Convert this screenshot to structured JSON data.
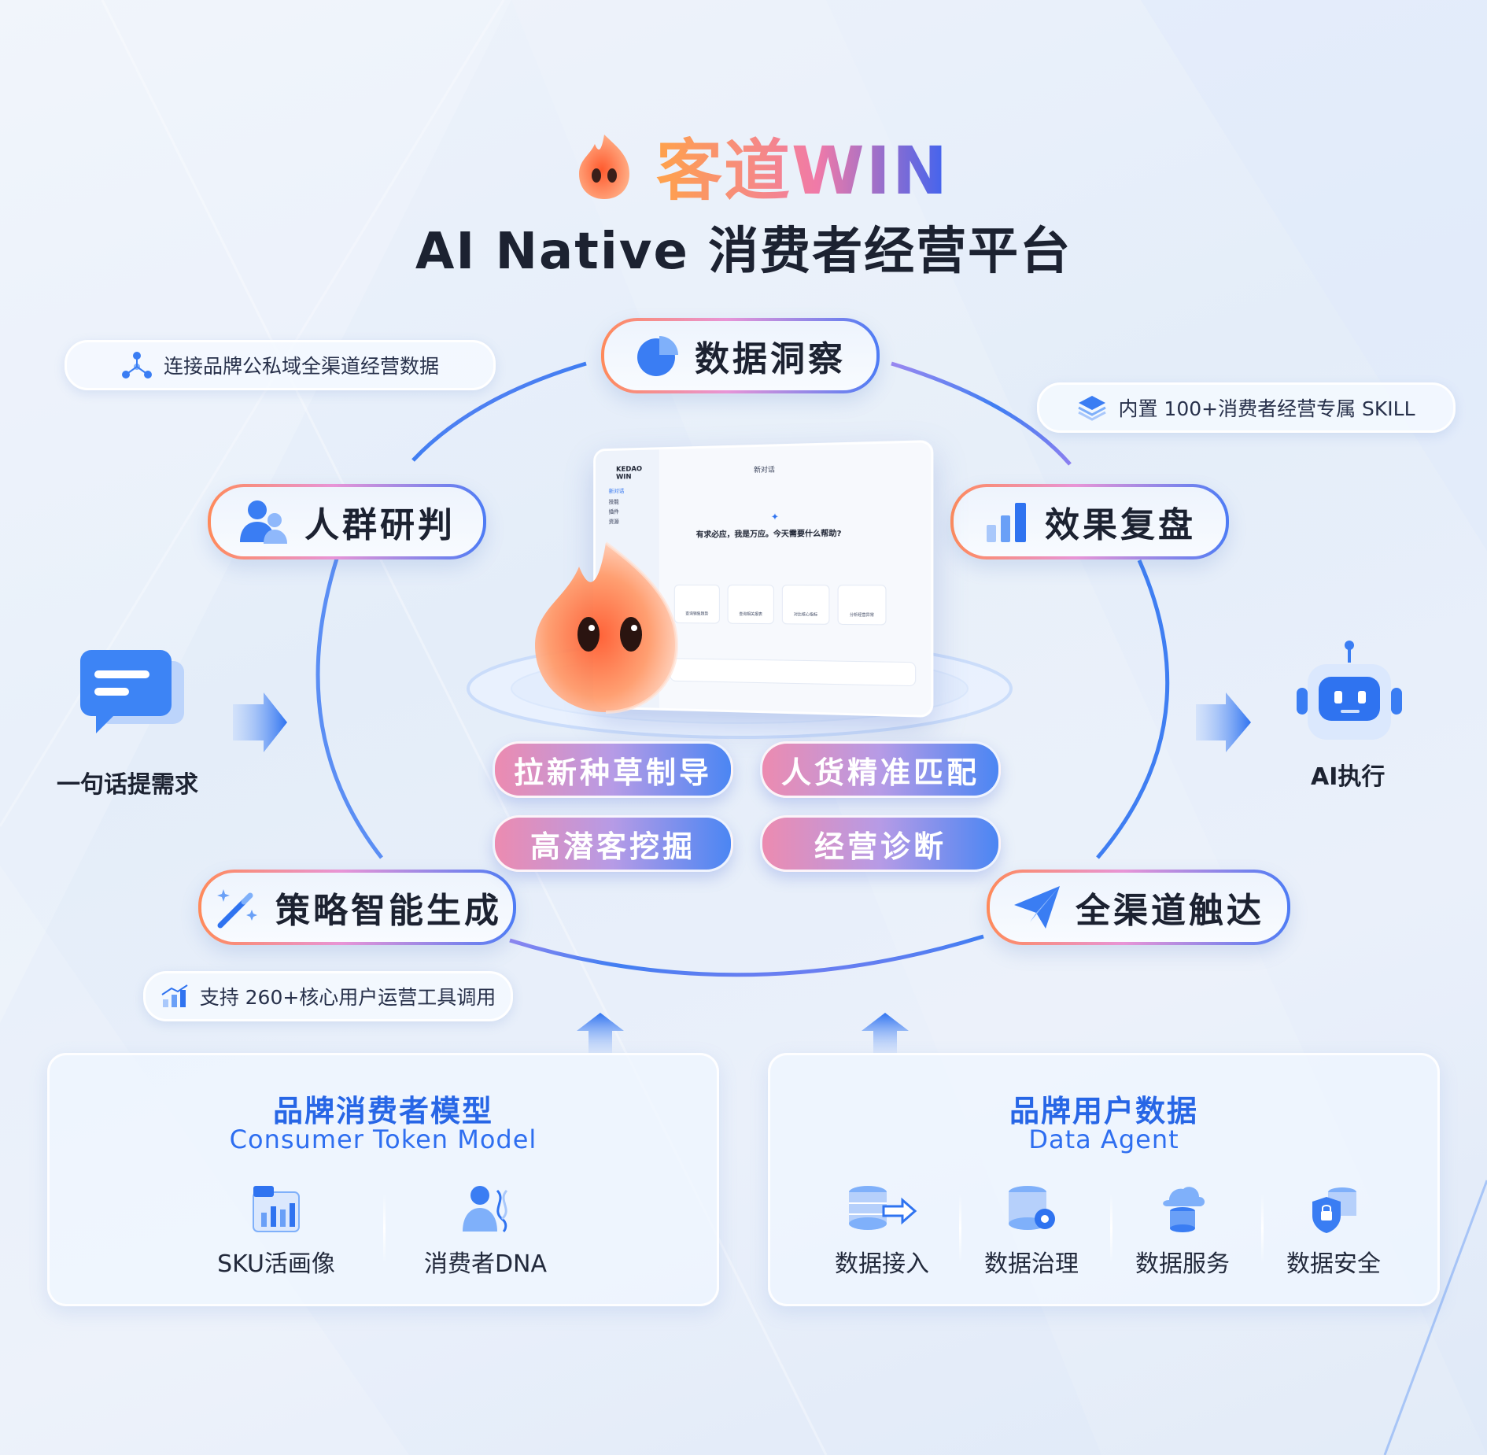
{
  "brand": {
    "name": "客道WIN"
  },
  "subtitle": "AI Native 消费者经营平台",
  "capabilities": {
    "data_insight": "数据洞察",
    "crowd": "人群研判",
    "review": "效果复盘",
    "strategy": "策略智能生成",
    "reach": "全渠道触达"
  },
  "pills": {
    "connect": "连接品牌公私域全渠道经营数据",
    "skills": "内置 100+消费者经营专属 SKILL",
    "tools": "支持 260+核心用户运营工具调用"
  },
  "tags": [
    "拉新种草制导",
    "人货精准匹配",
    "高潜客挖掘",
    "经营诊断"
  ],
  "input_label": "一句话提需求",
  "output_label": "AI执行",
  "screen": {
    "brand": "KEDAO WIN",
    "nav": [
      "新对话",
      "技能",
      "插件",
      "资源"
    ],
    "title": "新对话",
    "greeting": "有求必应，我是万应。今天需要什么帮助?",
    "cards": [
      "查询销售趋势",
      "查询相关报表",
      "对比核心指标",
      "分析经营异常"
    ]
  },
  "panels": {
    "left": {
      "title": "品牌消费者模型",
      "subtitle": "Consumer Token Model",
      "items": [
        "SKU活画像",
        "消费者DNA"
      ]
    },
    "right": {
      "title": "品牌用户数据",
      "subtitle": "Data Agent",
      "items": [
        "数据接入",
        "数据治理",
        "数据服务",
        "数据安全"
      ]
    }
  },
  "colors": {
    "accent_blue": "#2e6ef0",
    "accent_orange": "#ff8a5a",
    "accent_pink": "#e894d6"
  }
}
